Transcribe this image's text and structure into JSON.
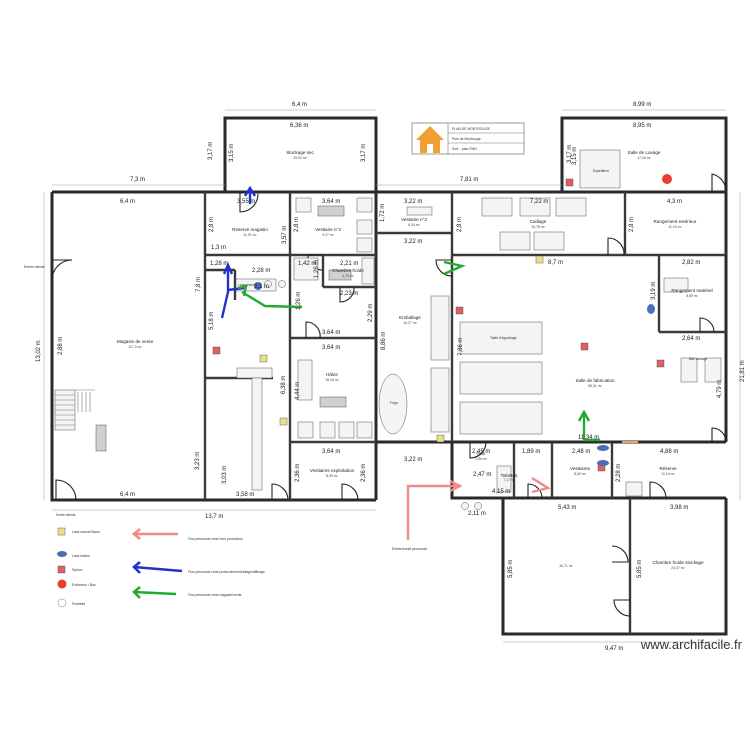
{
  "title_block": {
    "line1": "PLAN DE MONTROUGE",
    "line2": "Plan de Montrouge",
    "line3": "Surf. : plan FMN"
  },
  "rooms": {
    "stockage_sec": {
      "name": "Stockage sec",
      "area": "20,02 m²"
    },
    "salle_lavage": {
      "name": "Salle de Lavage",
      "area": "17,28 m²"
    },
    "reserve_magasin": {
      "name": "Reserve magasin",
      "area": "11,91 m²"
    },
    "vestiaire_2": {
      "name": "Vestiaire n°2",
      "area": "9,27 m²"
    },
    "vestiaire_3": {
      "name": "Vestiaire n°3",
      "area": "8,34 m²"
    },
    "caillage": {
      "name": "Caillage",
      "area": "16,78 m²"
    },
    "rangement_exterieur": {
      "name": "Rangement extérieur",
      "area": "11,19 m²"
    },
    "chambre_froide_emballage": {
      "name": "Chambre froide",
      "area": "4,75 m²"
    },
    "emballage": {
      "name": "Emballage",
      "area": "16,27 m²"
    },
    "rangement_materiel": {
      "name": "Rangement matériel",
      "area": "8,89 m²"
    },
    "magasin": {
      "name": "Magasin de vente",
      "area": "117,3 m²"
    },
    "hallage": {
      "name": "Hâloir",
      "area": "18,16 m²"
    },
    "salle_fabrication": {
      "name": "Salle de fabrication",
      "area": "85,01 m²"
    },
    "vestiaires_exploitation": {
      "name": "Vestiaires exploitation",
      "area": "8,93 m²"
    },
    "sas": {
      "name": "Sas",
      "area": "2,56 m²"
    },
    "toilettes": {
      "name": "Toilettes",
      "area": "7,17 m²"
    },
    "vestiaires": {
      "name": "Vestiaires",
      "area": "8,62 m²"
    },
    "reserve": {
      "name": "Réserve",
      "area": "11,14 m²"
    },
    "quai": {
      "name": "",
      "area": "30,71 m²"
    },
    "chambre_stockage": {
      "name": "Chambre froide stockage",
      "area": "23,47 m²"
    }
  },
  "dimensions": {
    "top_64": "6,4 m",
    "top_636": "6,36 m",
    "top_899": "8,99 m",
    "top_895": "8,95 m",
    "top_73": "7,3 m",
    "top_781": "7,81 m",
    "top_317a": "3,17 m",
    "top_315": "3,15 m",
    "top_317b": "3,17 m",
    "top_317c": "3,17 m",
    "top_315b": "3,15 m",
    "mag_64": "6,4 m",
    "mag_355": "3,55 m",
    "mag_28": "2,8 m",
    "mag_13": "1,3 m",
    "v2_364": "3,64 m",
    "v2_28": "2,8 m",
    "v2_357": "3,57 m",
    "v3_322": "3,22 m",
    "v3_172": "1,72 m",
    "v3_322b": "3,22 m",
    "cail_722": "7,22 m",
    "cail_28": "2,8 m",
    "range_43": "4,3 m",
    "range_28": "2,8 m",
    "ch_128": "1,28 m",
    "ch_228": "2,28 m",
    "ch_142": "1,42 m",
    "ch_221": "2,21 m",
    "ch_223": "2,23 m",
    "ch_21": "2,1 m",
    "ch_126": "1,26 m",
    "ch_229": "2,29 m",
    "emb_87": "8,7 m",
    "emb_886": "8,86 m",
    "emb_364": "3,64 m",
    "rm_282": "2,82 m",
    "rm_319": "3,19 m",
    "rm_264": "2,64 m",
    "rm_479": "4,79 m",
    "mag_78": "7,8 m",
    "mag_1302": "13,02 m",
    "mag_288": "2,88 m",
    "mag_518": "5,18 m",
    "hal_364": "3,64 m",
    "hal_444": "4,44 m",
    "hal_638": "6,38 m",
    "emb_786": "7,86 m",
    "fab_2181": "21,81 m",
    "fab_1134": "11,34 m",
    "ve_364": "3,64 m",
    "ve_236": "2,36 m",
    "ve_236b": "2,36 m",
    "low_323": "3,23 m",
    "low_303": "3,03 m",
    "low_358": "3,58 m",
    "low_64": "6,4 m",
    "low_137": "13,7 m",
    "sas_245": "2,45 m",
    "sas_247": "2,47 m",
    "sas_322": "3,22 m",
    "toi_189": "1,89 m",
    "ves_248": "2,48 m",
    "ves_228": "2,28 m",
    "res_488": "4,88 m",
    "low_415": "4,15 m",
    "low_211": "2,11 m",
    "quai_543": "5,43 m",
    "quai_398": "3,98 m",
    "quai_585": "5,85 m",
    "quai_585b": "5,85 m",
    "quai_947": "9,47 m"
  },
  "labels": {
    "entree_clients": "Entrée clients",
    "sortie_clients": "Sortie clients",
    "entree_personnel": "Entrée/sortie personnel",
    "figurine": "Frigo",
    "expedition": "Expédition",
    "lave_mains": "Lave-mains",
    "table_egouttage": "Table d'égouttage",
    "bac_caillage": "Bac caillage"
  },
  "legend": {
    "item1": "Lave-mains/Savon",
    "item2": "Lave-bottes",
    "item3": "Siphon",
    "item4": "Extincteur / Bac",
    "item5": "Poubelle",
    "arrow1": "Flux personnel zone hors production",
    "arrow2": "Flux personnel zone production/emballage/affinage",
    "arrow3": "Flux personnel zone magasin/vente"
  },
  "colors": {
    "walls": "#2a2a2a",
    "arrow_pink": "#f08a8a",
    "arrow_blue": "#2233cc",
    "arrow_green": "#22aa33",
    "marker_red": "#e06060",
    "marker_yellow": "#e6e08a",
    "logo_orange": "#f0a030"
  },
  "watermark": "www.archifacile.fr"
}
